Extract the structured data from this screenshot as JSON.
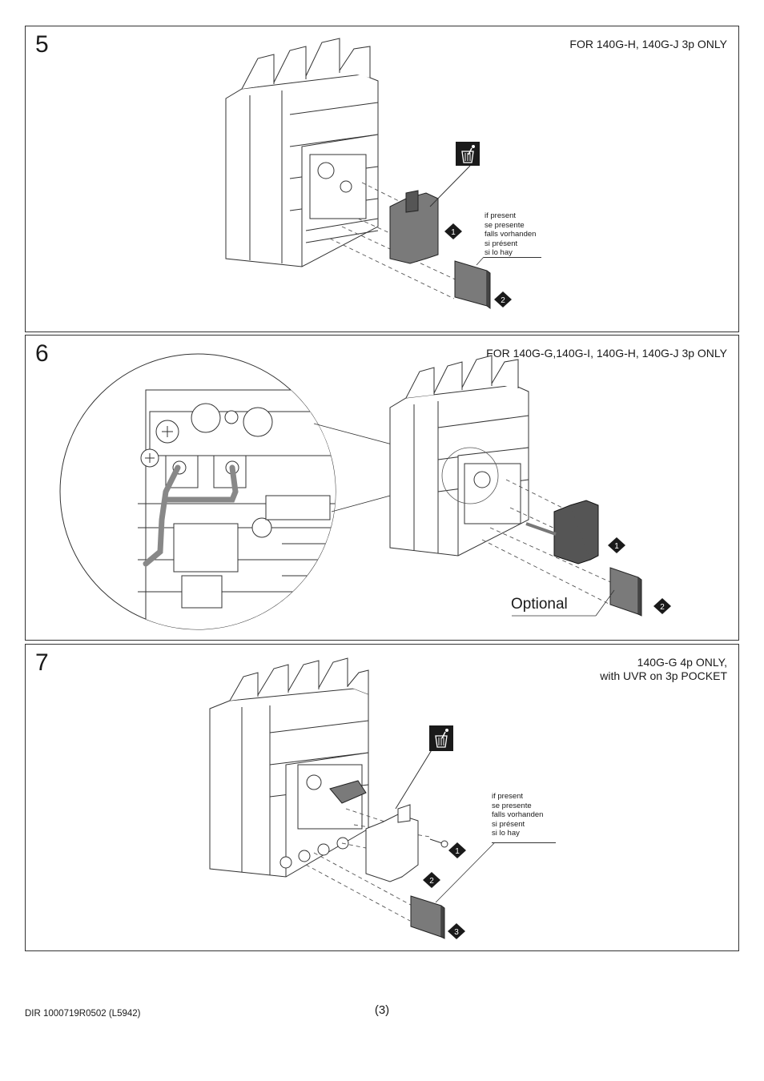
{
  "steps": [
    {
      "number": "5",
      "title": "FOR 140G-H, 140G-J 3p ONLY",
      "note_lines": [
        "if present",
        "se presente",
        "falls vorhanden",
        "si présent",
        "si lo hay"
      ],
      "badges": [
        "1",
        "2"
      ],
      "icon": "trash-bin-icon"
    },
    {
      "number": "6",
      "title": "FOR 140G-G,140G-I, 140G-H, 140G-J 3p ONLY",
      "optional_label": "Optional",
      "badges": [
        "1",
        "2"
      ],
      "icon": "magnifier-detail"
    },
    {
      "number": "7",
      "title_line1": "140G-G 4p ONLY,",
      "title_line2": "with UVR on 3p POCKET",
      "note_lines": [
        "if present",
        "se presente",
        "falls vorhanden",
        "si présent",
        "si lo hay"
      ],
      "badges": [
        "1",
        "2",
        "3"
      ],
      "icon": "trash-bin-icon"
    }
  ],
  "footer": {
    "doc_ref": "DIR 1000719R0502 (L5942)",
    "page": "(3)"
  },
  "colors": {
    "line": "#333333",
    "fill_gray": "#7a7a7a",
    "badge": "#1a1a1a"
  }
}
